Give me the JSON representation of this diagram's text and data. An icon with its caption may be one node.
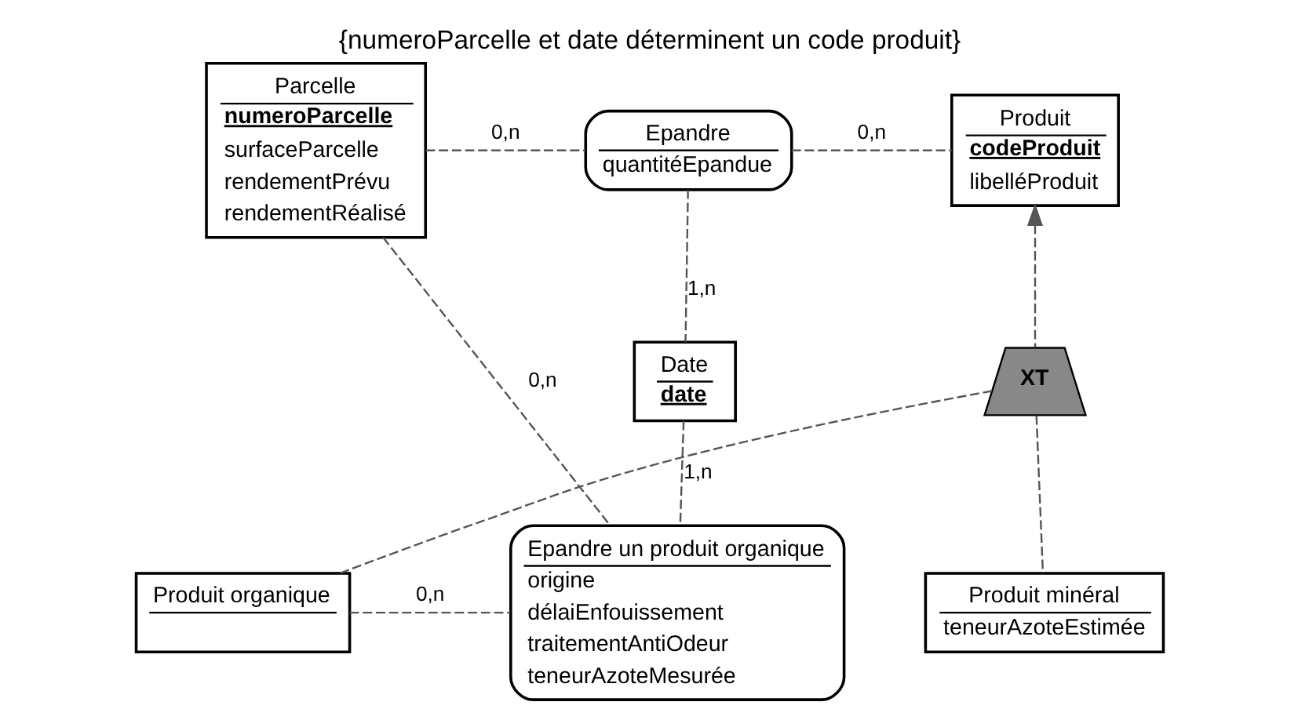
{
  "diagram": {
    "title": "{numeroParcelle et date déterminent un code produit}",
    "nodes": [
      {
        "text": [
          "Parcelle",
          "numeroParcelle",
          "surfaceParcelle",
          "rendementPrévu",
          "rendementRéalisé"
        ]
      },
      {
        "text": [
          "Epandre",
          "quantitéEpandue"
        ]
      },
      {
        "text": [
          "Produit",
          "codeProduit",
          "libelléProduit"
        ]
      },
      {
        "text": [
          "Date",
          "date"
        ]
      },
      {
        "text": [
          "XT"
        ]
      },
      {
        "text": [
          "Produit organique"
        ]
      },
      {
        "text": [
          "Produit minéral",
          "teneurAzoteEstimée"
        ]
      },
      {
        "text": [
          "Epandre un produit organique",
          "origine",
          "délaiEnfouissement",
          "traitementAntiOdeur",
          "teneurAzoteMesurée"
        ]
      }
    ],
    "edges": [
      {
        "from": 0,
        "to": 1,
        "arrow": "none",
        "label": "0,n"
      },
      {
        "from": 1,
        "to": 2,
        "arrow": "none",
        "label": "0,n"
      },
      {
        "from": 1,
        "to": 3,
        "arrow": "none",
        "label": "1,n"
      },
      {
        "from": 0,
        "to": 7,
        "arrow": "none",
        "label": "0,n"
      },
      {
        "from": 3,
        "to": 7,
        "arrow": "none",
        "label": "1,n"
      },
      {
        "from": 5,
        "to": 7,
        "arrow": "none",
        "label": "0,n"
      },
      {
        "from": 4,
        "to": 2,
        "arrow": "to"
      },
      {
        "from": 4,
        "to": 5,
        "arrow": "none"
      },
      {
        "from": 4,
        "to": 6,
        "arrow": "none"
      }
    ]
  }
}
